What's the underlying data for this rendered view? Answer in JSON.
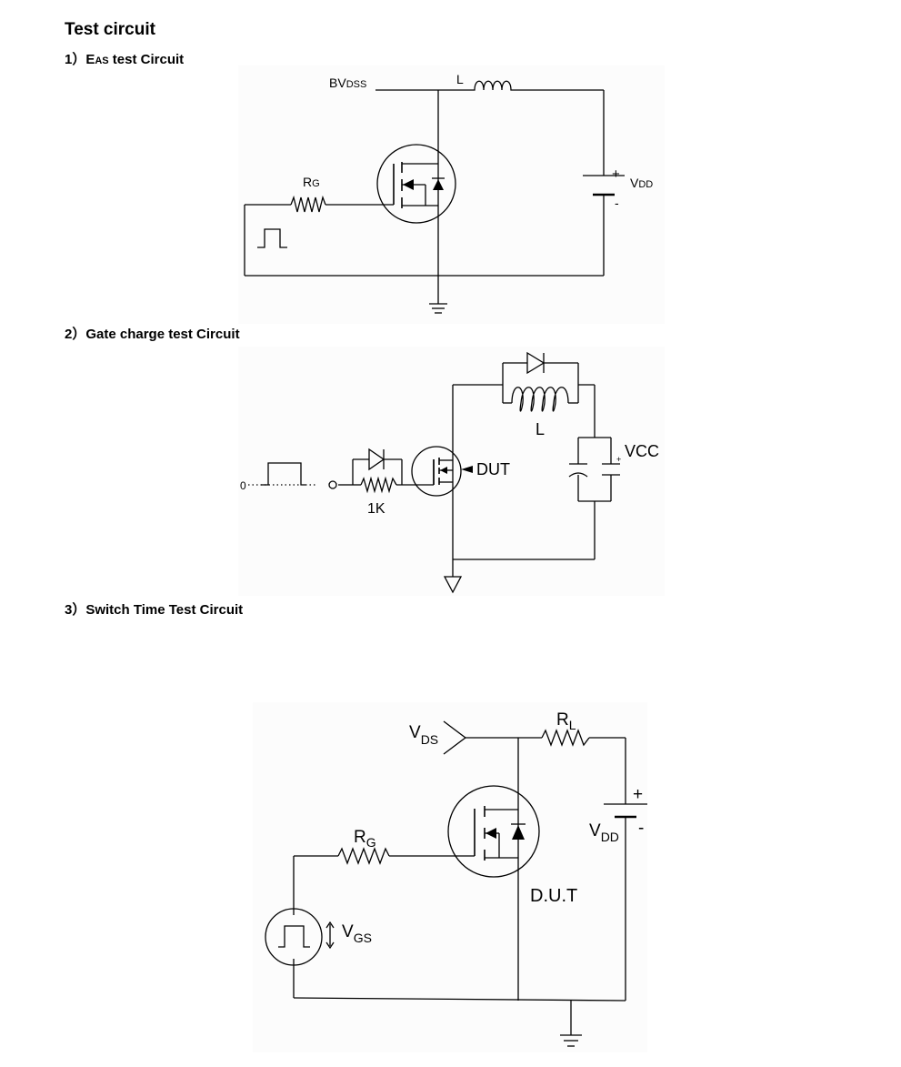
{
  "page": {
    "heading": "Test circuit",
    "sections": [
      {
        "num": "1）",
        "pre": "E",
        "sub": "AS",
        "post": " test Circuit"
      },
      {
        "num": "2）",
        "pre": "Gate charge test Circuit",
        "sub": "",
        "post": ""
      },
      {
        "num": "3）",
        "pre": "Switch Time Test Circuit",
        "sub": "",
        "post": ""
      }
    ]
  },
  "eas_circuit": {
    "bvdss": {
      "main": "BV",
      "sub": "DSS"
    },
    "inductor": "L",
    "rg": {
      "main": "R",
      "sub": "G"
    },
    "vdd": {
      "plus": "+",
      "main": "V",
      "sub": "DD",
      "minus": "-"
    }
  },
  "gate_charge_circuit": {
    "source_zero": "0",
    "resistor": "1K",
    "dut": "DUT",
    "inductor": "L",
    "vcc": "VCC"
  },
  "switch_time_circuit": {
    "vds": {
      "main": "V",
      "sub": "DS"
    },
    "rl": {
      "main": "R",
      "sub": "L"
    },
    "rg": {
      "main": "R",
      "sub": "G"
    },
    "vdd": {
      "plus": "+",
      "main": "V",
      "sub": "DD",
      "minus": "-"
    },
    "dut": "D.U.T",
    "vgs": {
      "main": "V",
      "sub": "GS"
    }
  }
}
